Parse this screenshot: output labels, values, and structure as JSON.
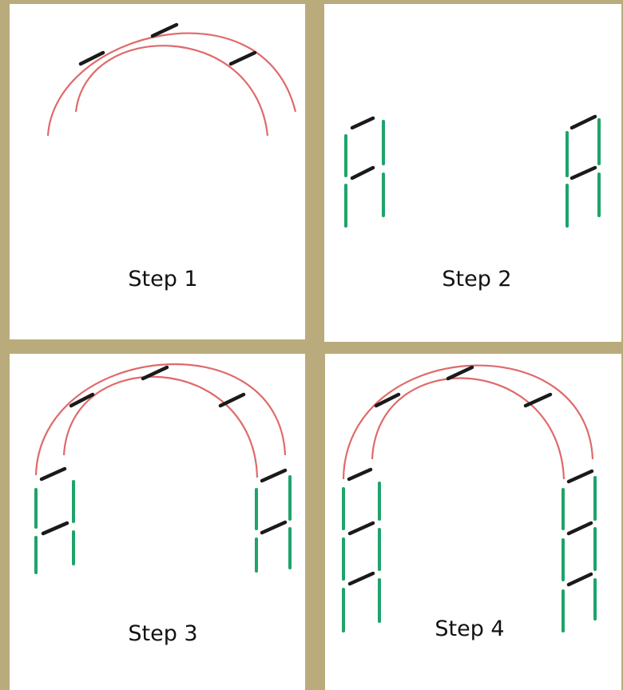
{
  "colors": {
    "frame": "#b9ab7c",
    "arch": "#e06a6a",
    "crossbar": "#1a1a1a",
    "leg": "#1fa36a"
  },
  "panels": [
    {
      "label": "Step 1"
    },
    {
      "label": "Step 2"
    },
    {
      "label": "Step 3"
    },
    {
      "label": "Step 4"
    }
  ]
}
